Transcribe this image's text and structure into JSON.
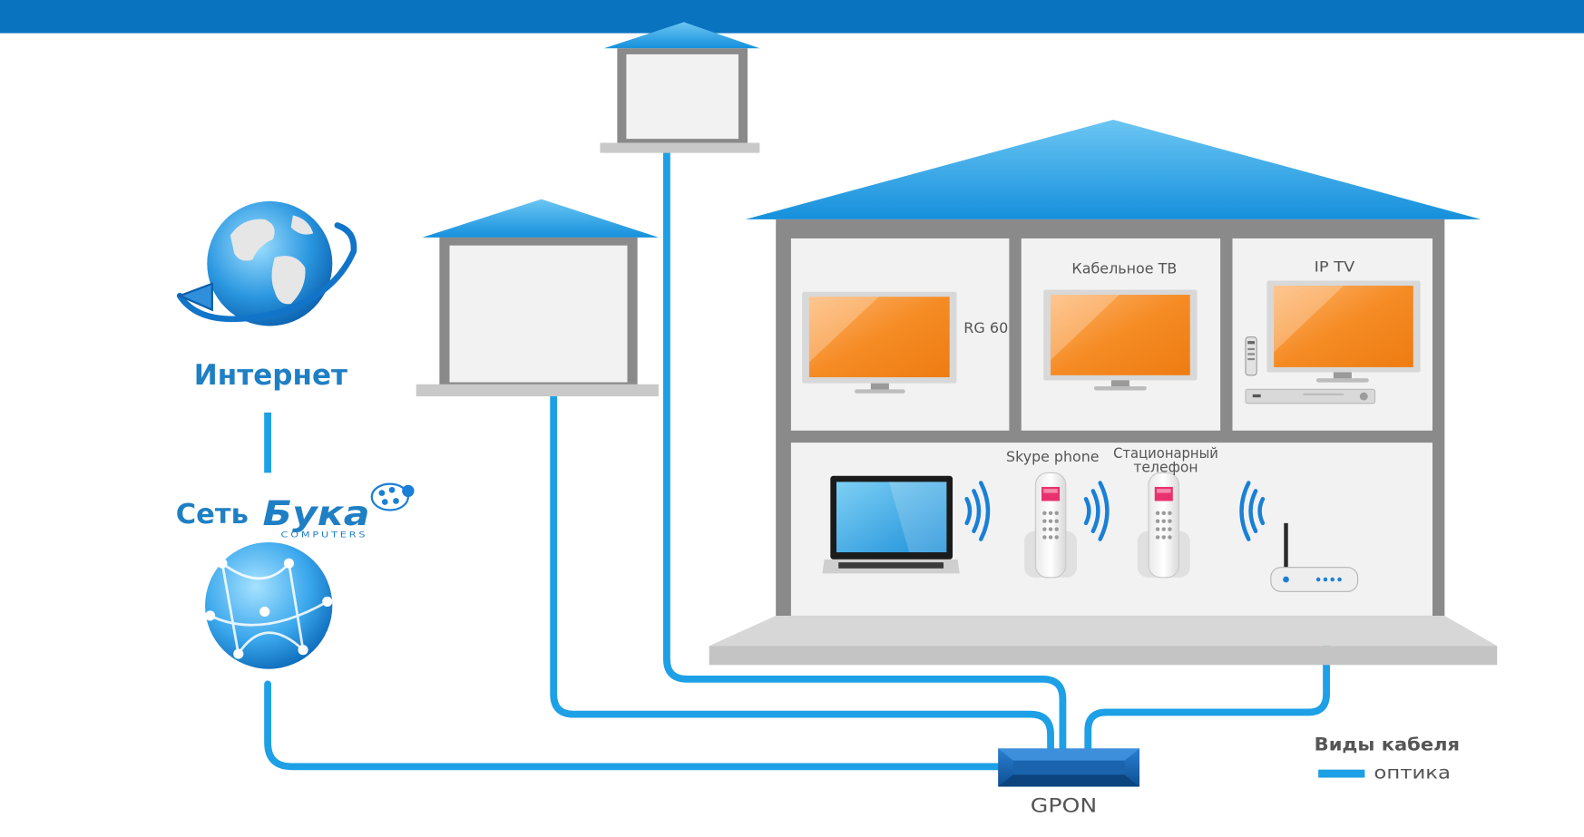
{
  "colors": {
    "top_bar": "#0a73c0",
    "roof": "#1f9ee3",
    "cable": "#1da0e6",
    "wall": "#8a8a8a",
    "floor": "#c9c9c9",
    "screen": "#f08a21",
    "gpon": "#155fa8",
    "heading_text": "#1f7fc4",
    "label_text": "#555555"
  },
  "labels": {
    "internet": "Интернет",
    "network_prefix": "Сеть",
    "brand_name": "Бука",
    "brand_sub": "COMPUTERS",
    "rg60": "RG 60",
    "cable_tv": "Кабельное ТВ",
    "ip_tv": "IP TV",
    "skype_phone": "Skype phone",
    "landline_line1": "Стационарный",
    "landline_line2": "телефон",
    "gpon": "GPON"
  },
  "legend": {
    "title": "Виды кабеля",
    "items": [
      {
        "name": "оптика",
        "color": "#1da0e6"
      }
    ]
  },
  "icons": [
    "globe-arrow-icon",
    "network-globe-icon",
    "ladybug-icon",
    "tv-icon",
    "laptop-icon",
    "cordless-phone-icon",
    "wifi-waves-icon",
    "router-icon",
    "set-top-box-icon",
    "remote-control-icon",
    "gpon-splitter-icon"
  ]
}
